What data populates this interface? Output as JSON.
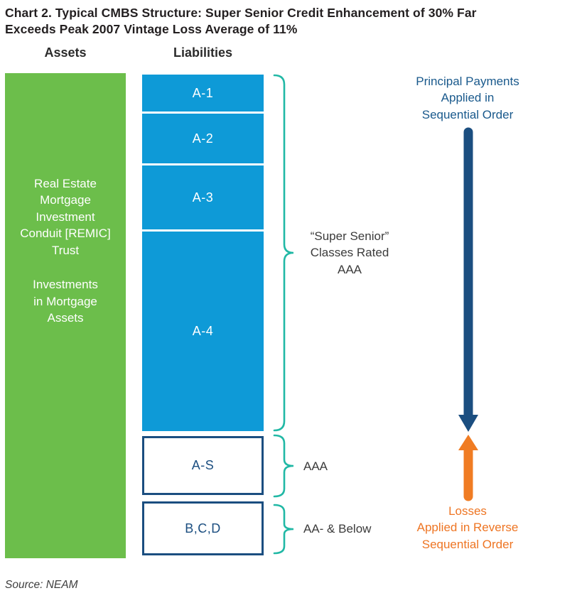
{
  "chart": {
    "title": "Chart 2. Typical CMBS Structure: Super Senior Credit Enhancement of 30% Far\nExceeds Peak 2007 Vintage Loss Average of 11%",
    "source": "Source: NEAM"
  },
  "columns": {
    "assets": "Assets",
    "liabilities": "Liabilities"
  },
  "assets_box": {
    "trust": "Real Estate\nMortgage\nInvestment\nConduit [REMIC]\nTrust",
    "investments": "Investments\nin Mortgage\nAssets"
  },
  "liabilities_stack": {
    "senior_classes": [
      {
        "label": "A-1"
      },
      {
        "label": "A-2"
      },
      {
        "label": "A-3"
      },
      {
        "label": "A-4"
      }
    ],
    "subordinate_classes": [
      {
        "label": "A-S"
      },
      {
        "label": "B,C,D"
      }
    ]
  },
  "annotations": {
    "super_senior": "“Super Senior”\nClasses Rated\nAAA",
    "aaa": "AAA",
    "aa_below": "AA- & Below",
    "principal_payments": "Principal Payments\nApplied in\nSequential Order",
    "losses": "Losses\nApplied in Reverse\nSequential Order"
  },
  "colors": {
    "asset_green": "#6CBE4B",
    "senior_blue": "#0E9AD7",
    "navy": "#1B4E80",
    "brace_teal": "#21B8A5",
    "loss_orange": "#F07C23",
    "principal_text_blue": "#19598C",
    "title_dark": "#231F20"
  }
}
